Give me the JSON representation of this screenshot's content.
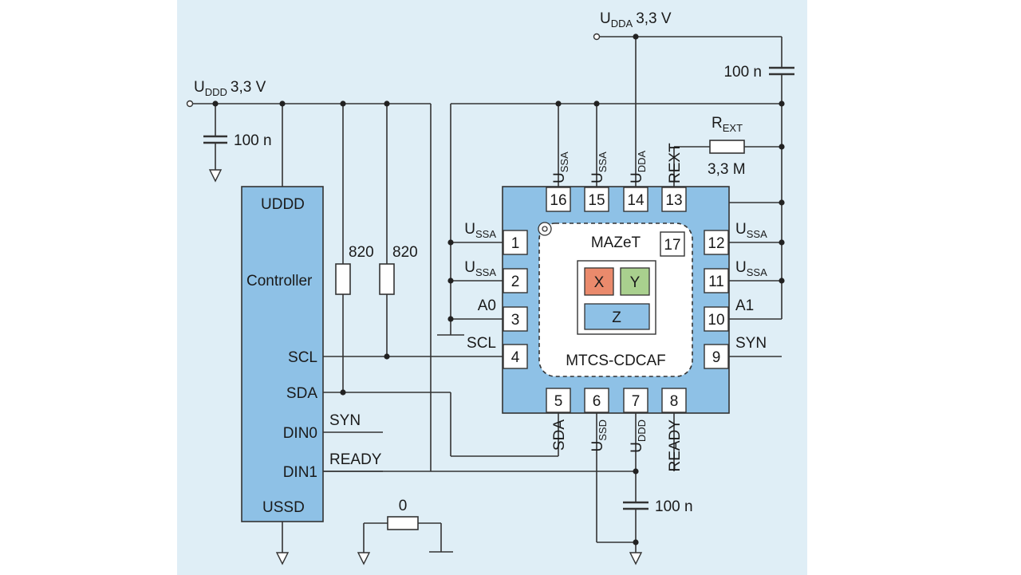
{
  "supplies": {
    "uddd": {
      "main": "U",
      "sub": "DDD",
      "value": "3,3 V"
    },
    "udda": {
      "main": "U",
      "sub": "DDA",
      "value": "3,3 V"
    }
  },
  "capacitors": {
    "c_uddd": "100 n",
    "c_udda": "100 n",
    "c_bottom": "100 n"
  },
  "resistors": {
    "r1": "820",
    "r2": "820",
    "r_zero": "0",
    "rext_main": "R",
    "rext_sub": "EXT",
    "rext_value": "3,3 M"
  },
  "controller": {
    "title": "Controller",
    "pins": {
      "uddd": "UDDD",
      "scl": "SCL",
      "sda": "SDA",
      "din0": "DIN0",
      "din1": "DIN1",
      "ussd": "USSD"
    },
    "din0_signal": "SYN",
    "din1_signal": "READY"
  },
  "chip": {
    "name_top": "MAZeT",
    "name_bottom": "MTCS-CDCAF",
    "sensors": {
      "x": "X",
      "y": "Y",
      "z": "Z"
    },
    "center_pin": "17",
    "top_pins": [
      {
        "num": "16",
        "main": "U",
        "sub": "SSA"
      },
      {
        "num": "15",
        "main": "U",
        "sub": "SSA"
      },
      {
        "num": "14",
        "main": "U",
        "sub": "DDA"
      },
      {
        "num": "13",
        "main": "REXT",
        "sub": ""
      }
    ],
    "left_pins": [
      {
        "num": "1",
        "main": "U",
        "sub": "SSA"
      },
      {
        "num": "2",
        "main": "U",
        "sub": "SSA"
      },
      {
        "num": "3",
        "main": "A0",
        "sub": ""
      },
      {
        "num": "4",
        "main": "SCL",
        "sub": ""
      }
    ],
    "right_pins": [
      {
        "num": "12",
        "main": "U",
        "sub": "SSA"
      },
      {
        "num": "11",
        "main": "U",
        "sub": "SSA"
      },
      {
        "num": "10",
        "main": "A1",
        "sub": ""
      },
      {
        "num": "9",
        "main": "SYN",
        "sub": ""
      }
    ],
    "bottom_pins": [
      {
        "num": "5",
        "main": "SDA",
        "sub": ""
      },
      {
        "num": "6",
        "main": "U",
        "sub": "SSD"
      },
      {
        "num": "7",
        "main": "U",
        "sub": "DDD"
      },
      {
        "num": "8",
        "main": "READY",
        "sub": ""
      }
    ]
  },
  "colors": {
    "background": "#dfeef6",
    "chip_body": "#8ec1e6",
    "controller": "#8ec1e6",
    "sensor_x": "#ea8a6c",
    "sensor_y": "#a9d08e",
    "sensor_z": "#8ec1e6"
  }
}
